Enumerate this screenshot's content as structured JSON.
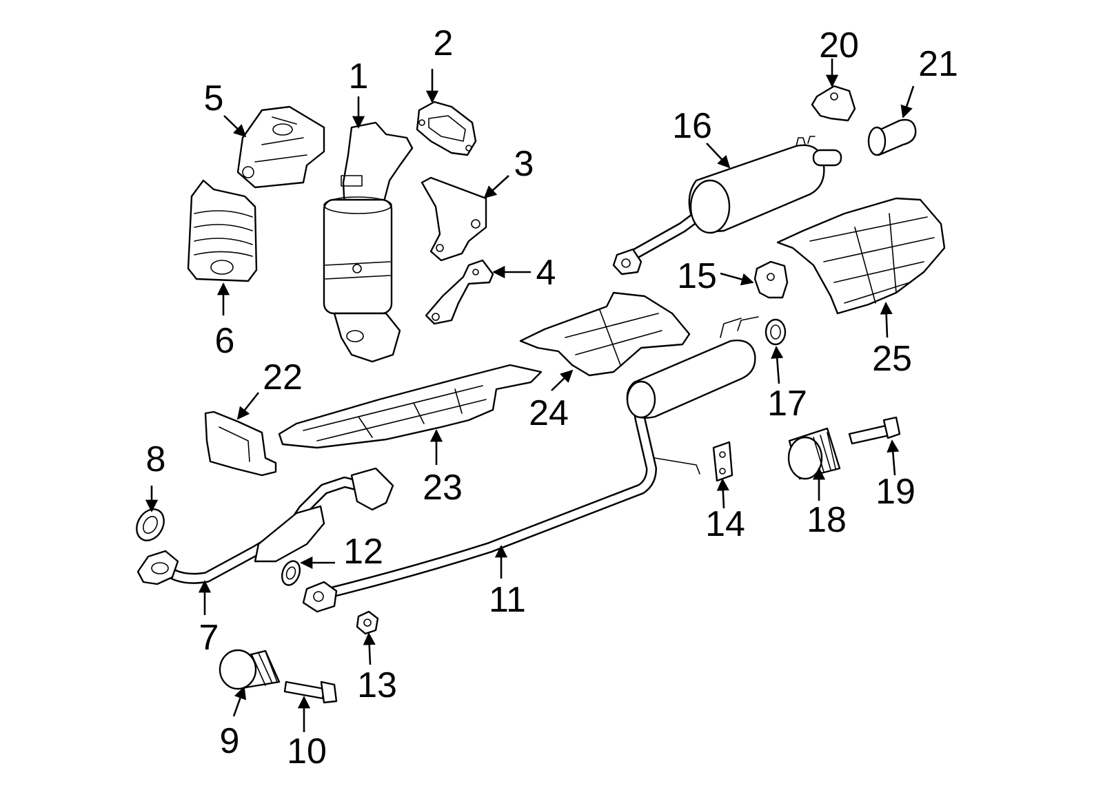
{
  "callouts": [
    {
      "number": "1"
    },
    {
      "number": "2"
    },
    {
      "number": "3"
    },
    {
      "number": "4"
    },
    {
      "number": "5"
    },
    {
      "number": "6"
    },
    {
      "number": "7"
    },
    {
      "number": "8"
    },
    {
      "number": "9"
    },
    {
      "number": "10"
    },
    {
      "number": "11"
    },
    {
      "number": "12"
    },
    {
      "number": "13"
    },
    {
      "number": "14"
    },
    {
      "number": "15"
    },
    {
      "number": "16"
    },
    {
      "number": "17"
    },
    {
      "number": "18"
    },
    {
      "number": "19"
    },
    {
      "number": "20"
    },
    {
      "number": "21"
    },
    {
      "number": "22"
    },
    {
      "number": "23"
    },
    {
      "number": "24"
    },
    {
      "number": "25"
    }
  ],
  "colors": {
    "line": "#000000",
    "background": "#ffffff"
  }
}
